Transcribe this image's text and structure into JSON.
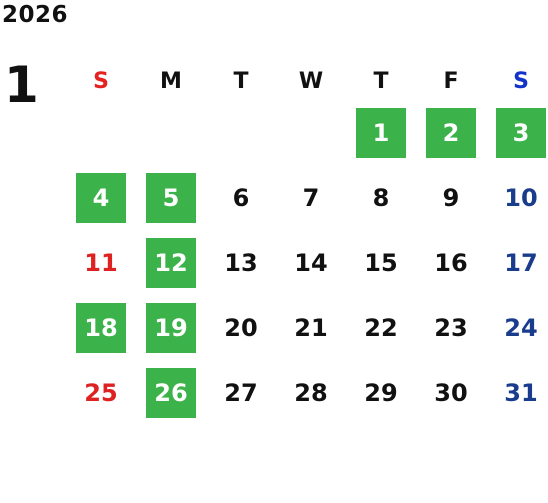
{
  "year": "2026",
  "month": "1",
  "weekdays": [
    "S",
    "M",
    "T",
    "W",
    "T",
    "F",
    "S"
  ],
  "colors": {
    "highlight": "#3cb34a",
    "sunday": "#dd2222",
    "saturday": "#1a3c8c",
    "text": "#111111"
  },
  "leading_blanks": 4,
  "days": [
    {
      "label": "1",
      "highlight": true
    },
    {
      "label": "2",
      "highlight": true
    },
    {
      "label": "3",
      "highlight": true
    },
    {
      "label": "4",
      "highlight": true
    },
    {
      "label": "5",
      "highlight": true
    },
    {
      "label": "6",
      "highlight": false
    },
    {
      "label": "7",
      "highlight": false
    },
    {
      "label": "8",
      "highlight": false
    },
    {
      "label": "9",
      "highlight": false
    },
    {
      "label": "10",
      "highlight": false
    },
    {
      "label": "11",
      "highlight": false
    },
    {
      "label": "12",
      "highlight": true
    },
    {
      "label": "13",
      "highlight": false
    },
    {
      "label": "14",
      "highlight": false
    },
    {
      "label": "15",
      "highlight": false
    },
    {
      "label": "16",
      "highlight": false
    },
    {
      "label": "17",
      "highlight": false
    },
    {
      "label": "18",
      "highlight": true
    },
    {
      "label": "19",
      "highlight": true
    },
    {
      "label": "20",
      "highlight": false
    },
    {
      "label": "21",
      "highlight": false
    },
    {
      "label": "22",
      "highlight": false
    },
    {
      "label": "23",
      "highlight": false
    },
    {
      "label": "24",
      "highlight": false
    },
    {
      "label": "25",
      "highlight": false
    },
    {
      "label": "26",
      "highlight": true
    },
    {
      "label": "27",
      "highlight": false
    },
    {
      "label": "28",
      "highlight": false
    },
    {
      "label": "29",
      "highlight": false
    },
    {
      "label": "30",
      "highlight": false
    },
    {
      "label": "31",
      "highlight": false
    }
  ]
}
